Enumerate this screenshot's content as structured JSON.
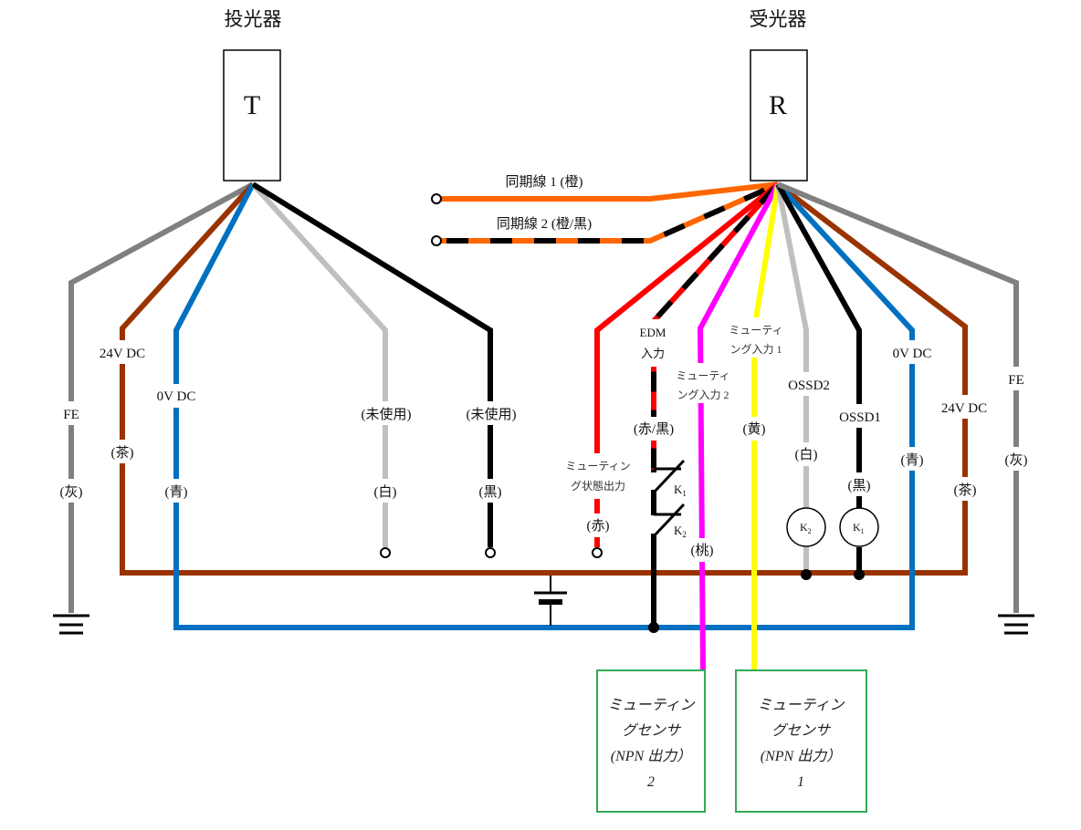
{
  "transmitter": {
    "title": "投光器",
    "letter": "T"
  },
  "receiver": {
    "title": "受光器",
    "letter": "R"
  },
  "colors": {
    "gray": "#808080",
    "brown": "#993300",
    "blue": "#0070C0",
    "lightgray": "#BFBFBF",
    "black": "#000000",
    "orange": "#FF6600",
    "red": "#FF0000",
    "magenta": "#FF00FF",
    "yellow": "#FFFF00",
    "green": "#33AA55"
  },
  "transmitter_wires": [
    {
      "id": "t-fe",
      "name": "FE",
      "color_label": "(灰)",
      "color": "gray"
    },
    {
      "id": "t-24v",
      "name": "24V DC",
      "color_label": "(茶)",
      "color": "brown"
    },
    {
      "id": "t-0v",
      "name": "0V DC",
      "color_label": "(青)",
      "color": "blue"
    },
    {
      "id": "t-unused-white",
      "name": "(未使用)",
      "color_label": "(白)",
      "color": "lightgray"
    },
    {
      "id": "t-unused-black",
      "name": "(未使用)",
      "color_label": "(黒)",
      "color": "black"
    }
  ],
  "sync_wires": [
    {
      "id": "sync1",
      "label": "同期線 1 (橙)",
      "colors": [
        "orange"
      ]
    },
    {
      "id": "sync2",
      "label": "同期線 2 (橙/黒)",
      "colors": [
        "orange",
        "black"
      ]
    }
  ],
  "receiver_wires": [
    {
      "id": "r-muting-status",
      "name_lines": [
        "ミューティン",
        "グ状態出力"
      ],
      "color_label": "(赤)",
      "color": "red"
    },
    {
      "id": "r-edm",
      "name_lines": [
        "EDM",
        "入力"
      ],
      "color_label": "(赤/黒)",
      "color": "red/black"
    },
    {
      "id": "r-muting2",
      "name_lines": [
        "ミューティ",
        "ング入力 2"
      ],
      "color_label": "(桃)",
      "color": "magenta"
    },
    {
      "id": "r-muting1",
      "name_lines": [
        "ミューティ",
        "ング入力 1"
      ],
      "color_label": "(黄)",
      "color": "yellow"
    },
    {
      "id": "r-ossd2",
      "name_lines": [
        "OSSD2"
      ],
      "color_label": "(白)",
      "color": "lightgray"
    },
    {
      "id": "r-ossd1",
      "name_lines": [
        "OSSD1"
      ],
      "color_label": "(黒)",
      "color": "black"
    },
    {
      "id": "r-0v",
      "name_lines": [
        "0V DC"
      ],
      "color_label": "(青)",
      "color": "blue"
    },
    {
      "id": "r-24v",
      "name_lines": [
        "24V DC"
      ],
      "color_label": "(茶)",
      "color": "brown"
    },
    {
      "id": "r-fe",
      "name_lines": [
        "FE"
      ],
      "color_label": "(灰)",
      "color": "gray"
    }
  ],
  "contacts": {
    "k1": "K",
    "k1_sub": "1",
    "k2": "K",
    "k2_sub": "2"
  },
  "relays": [
    {
      "id": "relay-k2",
      "label": "K",
      "sub": "2"
    },
    {
      "id": "relay-k1",
      "label": "K",
      "sub": "1"
    }
  ],
  "sensors": [
    {
      "id": "sensor-2",
      "lines": [
        "ミューティン",
        "グセンサ",
        "(NPN 出力）",
        "2"
      ]
    },
    {
      "id": "sensor-1",
      "lines": [
        "ミューティン",
        "グセンサ",
        "(NPN 出力）",
        "1"
      ]
    }
  ]
}
